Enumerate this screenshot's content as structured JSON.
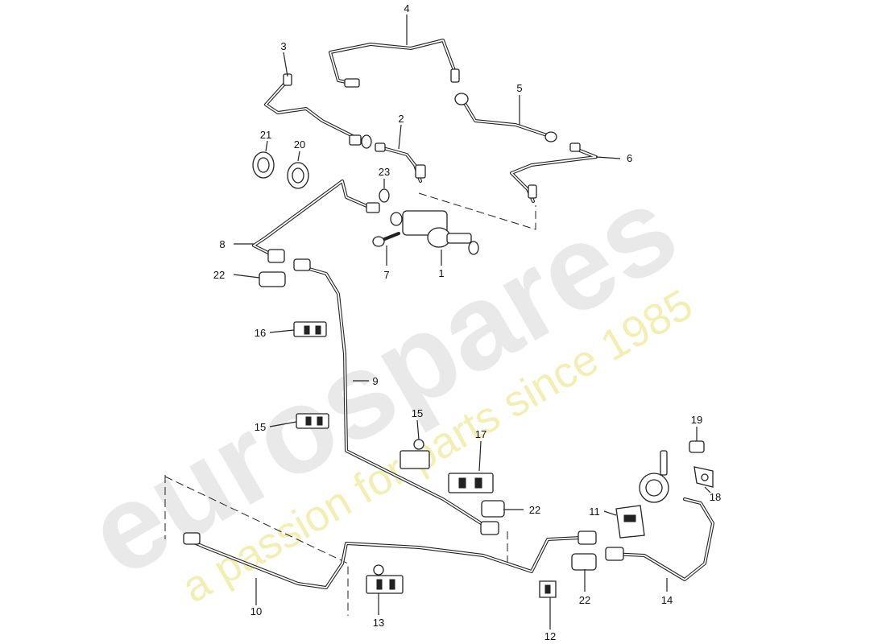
{
  "watermark": {
    "brand": "eurospares",
    "tagline": "a passion for parts since 1985"
  },
  "callouts": [
    {
      "id": "c1",
      "text": "1"
    },
    {
      "id": "c2",
      "text": "2"
    },
    {
      "id": "c3",
      "text": "3"
    },
    {
      "id": "c4",
      "text": "4"
    },
    {
      "id": "c5",
      "text": "5"
    },
    {
      "id": "c6",
      "text": "6"
    },
    {
      "id": "c7",
      "text": "7"
    },
    {
      "id": "c8",
      "text": "8"
    },
    {
      "id": "c9",
      "text": "9"
    },
    {
      "id": "c10",
      "text": "10"
    },
    {
      "id": "c11",
      "text": "11"
    },
    {
      "id": "c12",
      "text": "12"
    },
    {
      "id": "c13",
      "text": "13"
    },
    {
      "id": "c14",
      "text": "14"
    },
    {
      "id": "c15a",
      "text": "15"
    },
    {
      "id": "c15b",
      "text": "15"
    },
    {
      "id": "c16",
      "text": "16"
    },
    {
      "id": "c17",
      "text": "17"
    },
    {
      "id": "c18",
      "text": "18"
    },
    {
      "id": "c19",
      "text": "19"
    },
    {
      "id": "c20",
      "text": "20"
    },
    {
      "id": "c21",
      "text": "21"
    },
    {
      "id": "c22a",
      "text": "22"
    },
    {
      "id": "c22b",
      "text": "22"
    },
    {
      "id": "c22c",
      "text": "22"
    },
    {
      "id": "c23",
      "text": "23"
    }
  ]
}
